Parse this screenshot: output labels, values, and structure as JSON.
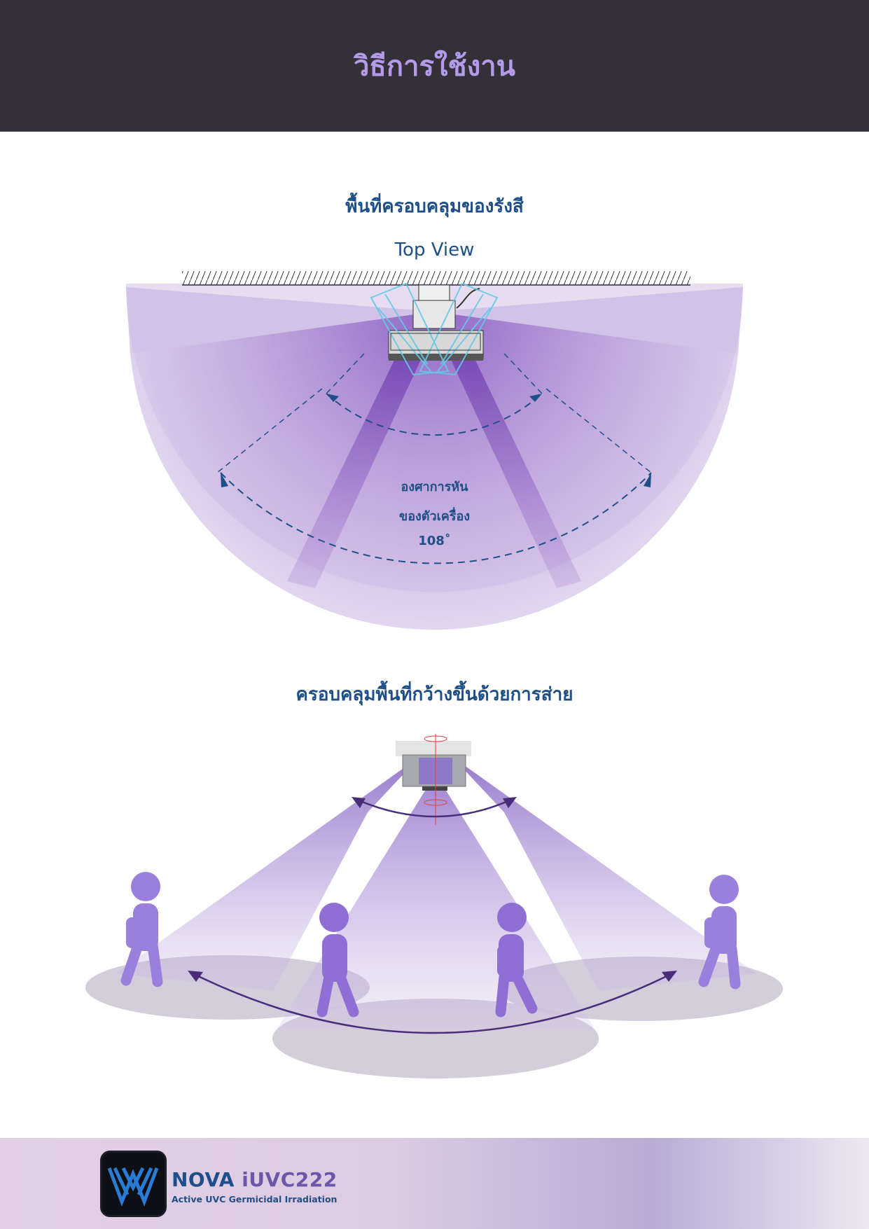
{
  "header": {
    "title": "วิธีการใช้งาน"
  },
  "coverage": {
    "title": "พื้นที่ครอบคลุมของรังสี",
    "view": "Top View",
    "angle_line1": "องศาการหัน",
    "angle_line2": "ของตัวเครื่อง",
    "angle_value": "108˚"
  },
  "swing": {
    "title": "ครอบคลุมพื้นที่กว้างขึ้นด้วยการส่าย"
  },
  "footer": {
    "brand": "NOVA",
    "model": "iUVC222",
    "tagline": "Active UVC Germicidal Irradiation"
  },
  "colors": {
    "header_bg": "#343038",
    "header_text": "#b49ae8",
    "title_text": "#1e4f86",
    "beam_purple": "#8a63c4",
    "person": "#9b7fdc"
  }
}
